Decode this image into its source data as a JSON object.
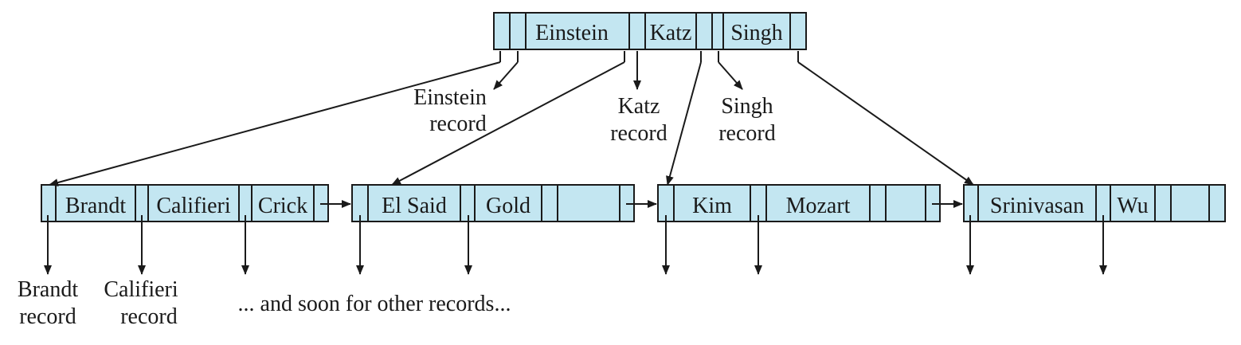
{
  "colors": {
    "node_fill": "#c3e6f1",
    "line": "#1a1a1a",
    "background": "#ffffff"
  },
  "root": {
    "keys": [
      "Einstein",
      "Katz",
      "Singh"
    ]
  },
  "leaves": [
    {
      "keys": [
        "Brandt",
        "Califieri",
        "Crick"
      ]
    },
    {
      "keys": [
        "El Said",
        "Gold",
        ""
      ]
    },
    {
      "keys": [
        "Kim",
        "Mozart",
        ""
      ]
    },
    {
      "keys": [
        "Srinivasan",
        "Wu",
        ""
      ]
    }
  ],
  "record_labels": {
    "einstein": [
      "Einstein",
      "record"
    ],
    "katz": [
      "Katz",
      "record"
    ],
    "singh": [
      "Singh",
      "record"
    ],
    "brandt": [
      "Brandt",
      "record"
    ],
    "califieri": [
      "Califieri",
      "record"
    ]
  },
  "footer_note": "... and soon for other records..."
}
